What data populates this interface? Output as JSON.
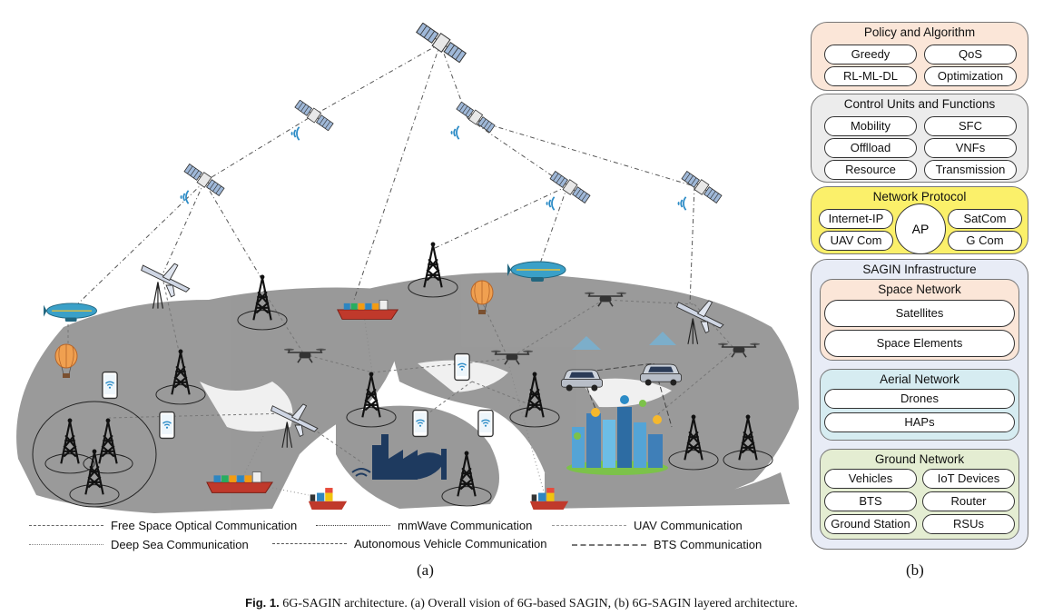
{
  "legend": {
    "fso": "Free Space Optical Communication",
    "mmwave": "mmWave Communication",
    "uav": "UAV Communication",
    "deepsea": "Deep Sea Communication",
    "av": "Autonomous Vehicle Communication",
    "bts": "BTS Communication"
  },
  "labels": {
    "a": "(a)",
    "b": "(b)"
  },
  "caption": {
    "bold": "Fig. 1.",
    "text": "6G-SAGIN architecture. (a) Overall vision of 6G-based SAGIN, (b) 6G-SAGIN layered architecture."
  },
  "stack": {
    "policy": {
      "title": "Policy and Algorithm",
      "items": [
        "Greedy",
        "QoS",
        "RL-ML-DL",
        "Optimization"
      ],
      "color": "#fbe6d8"
    },
    "control": {
      "title": "Control Units and Functions",
      "items": [
        "Mobility",
        "SFC",
        "Offlload",
        "VNFs",
        "Resource",
        "Transmission"
      ],
      "color": "#ececec"
    },
    "protocol": {
      "title": "Network Protocol",
      "items": [
        "Internet-IP",
        "SatCom",
        "UAV Com",
        "G Com"
      ],
      "center": "AP",
      "color": "#fbf06a"
    },
    "infra": {
      "title": "SAGIN Infrastructure",
      "color": "#e8ecf6",
      "space": {
        "title": "Space Network",
        "items": [
          "Satellites",
          "Space Elements"
        ],
        "color": "#fbe6d8"
      },
      "aerial": {
        "title": "Aerial Network",
        "items": [
          "Drones",
          "HAPs"
        ],
        "color": "#d6ecf1"
      },
      "ground": {
        "title": "Ground Network",
        "items": [
          "Vehicles",
          "IoT Devices",
          "BTS",
          "Router",
          "Ground Station",
          "RSUs"
        ],
        "color": "#e4edd2"
      }
    }
  }
}
